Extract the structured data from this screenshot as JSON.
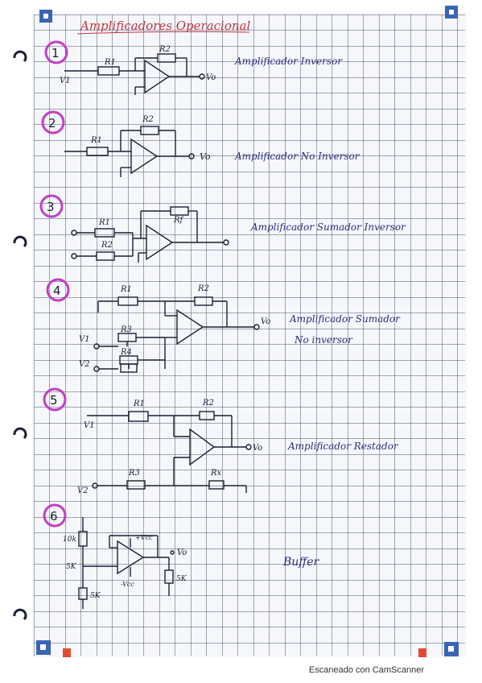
{
  "page": {
    "title": "Amplificadores Operacional",
    "footer": "Escaneado con CamScanner"
  },
  "colors": {
    "paper": "#f6f7fb",
    "grid": "#2c3550",
    "ink": "#1a1f33",
    "title_ink": "#c4343c",
    "circle": "#c13fc6",
    "text_ink": "#2a2e7a",
    "corner_mark": "#3a64b4",
    "red_mark": "#e24a30"
  },
  "sections": [
    {
      "number": "1",
      "caption": "Amplificador Inversor",
      "labels": {
        "rin": "R1",
        "rf": "R2",
        "vin": "V1",
        "vout": "Vo"
      }
    },
    {
      "number": "2",
      "caption": "Amplificador No Inversor",
      "labels": {
        "rin": "R1",
        "rf": "R2",
        "vout": "Vo"
      }
    },
    {
      "number": "3",
      "caption": "Amplificador Sumador Inversor",
      "labels": {
        "r1": "R1",
        "r2": "R2",
        "rf": "Rf"
      }
    },
    {
      "number": "4",
      "caption_line1": "Amplificador Sumador",
      "caption_line2": "No inversor",
      "labels": {
        "r1": "R1",
        "r2": "R2",
        "r3": "R3",
        "r4": "R4",
        "v1": "V1",
        "v2": "V2",
        "vout": "Vo"
      }
    },
    {
      "number": "5",
      "caption": "Amplificador Restador",
      "labels": {
        "r1": "R1",
        "r2": "R2",
        "r3": "R3",
        "rx": "Rx",
        "v1": "V1",
        "v2": "V2",
        "vout": "Vo"
      }
    },
    {
      "number": "6",
      "caption": "Buffer",
      "labels": {
        "r10k": "10k",
        "r5k_left": "5K",
        "r5k_bottom": "5K",
        "r5k_right": "5K",
        "vcc_pos": "+Vcc",
        "vcc_neg": "-Vcc",
        "vout": "Vo"
      }
    }
  ]
}
